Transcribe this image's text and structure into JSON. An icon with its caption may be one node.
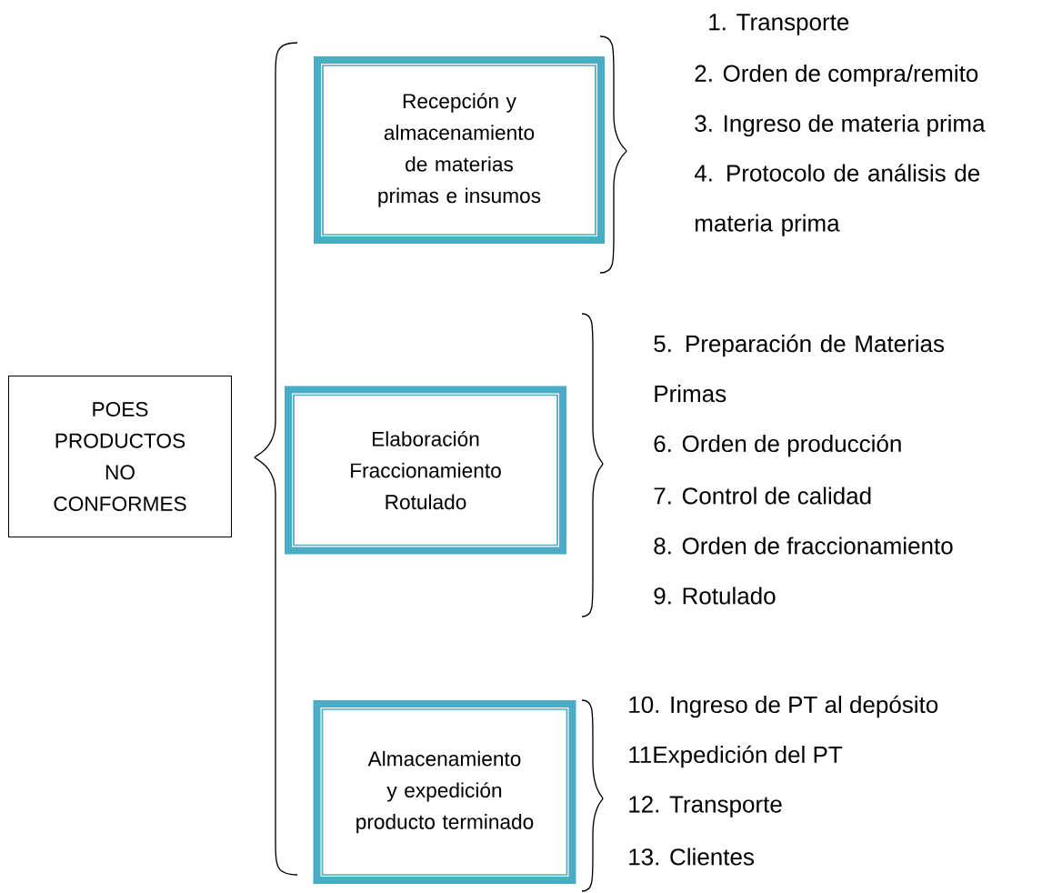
{
  "diagram": {
    "nodes": [
      {
        "text": [
          "POES PRODUCTOS NO CONFORMES"
        ]
      },
      {
        "text": [
          "Recepción y almacenamiento de materias primas e insumos"
        ]
      },
      {
        "text": [
          "Elaboración Fraccionamiento Rotulado"
        ]
      },
      {
        "text": [
          "Almacenamiento y expedición producto terminado"
        ]
      }
    ],
    "labels": [
      "1. Transporte",
      "2. Orden de compra/remito",
      "3. Ingreso de materia prima",
      "4. Protocolo de análisis de materia prima",
      "5. Preparación de Materias Primas",
      "6. Orden de producción",
      "7. Control de calidad",
      "8. Orden de fraccionamiento",
      "9. Rotulado",
      "10. Ingreso de PT al depósito",
      "11Expedición del PT",
      "12. Transporte",
      "13. Clientes"
    ]
  }
}
